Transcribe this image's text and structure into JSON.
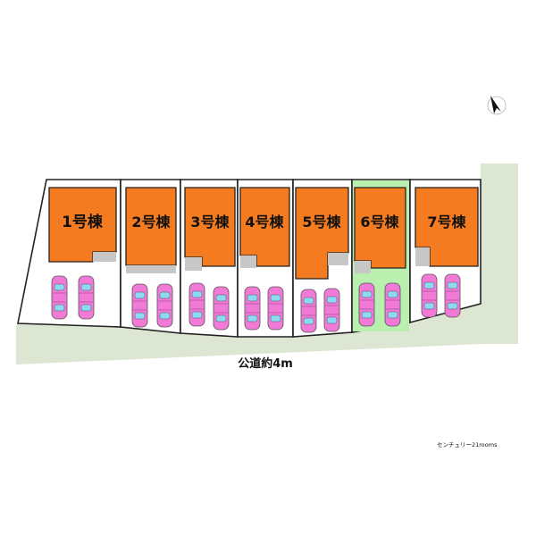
{
  "site_plan": {
    "road_label": "公道約4m",
    "credit": "センチュリー21rooms",
    "lots": [
      {
        "label": "1号棟",
        "highlighted": false
      },
      {
        "label": "2号棟",
        "highlighted": false
      },
      {
        "label": "3号棟",
        "highlighted": false
      },
      {
        "label": "4号棟",
        "highlighted": false
      },
      {
        "label": "5号棟",
        "highlighted": false
      },
      {
        "label": "6号棟",
        "highlighted": true
      },
      {
        "label": "7号棟",
        "highlighted": false
      }
    ]
  },
  "colors": {
    "building": "#f47b20",
    "highlight_lot": "#b9f0b0",
    "road": "#dde6d2",
    "car": "#f07ad6",
    "car_window": "#8ed8f2",
    "notch": "#c7c7c7"
  },
  "icons": {
    "north_arrow": "north-arrow-icon",
    "car": "car-icon"
  }
}
